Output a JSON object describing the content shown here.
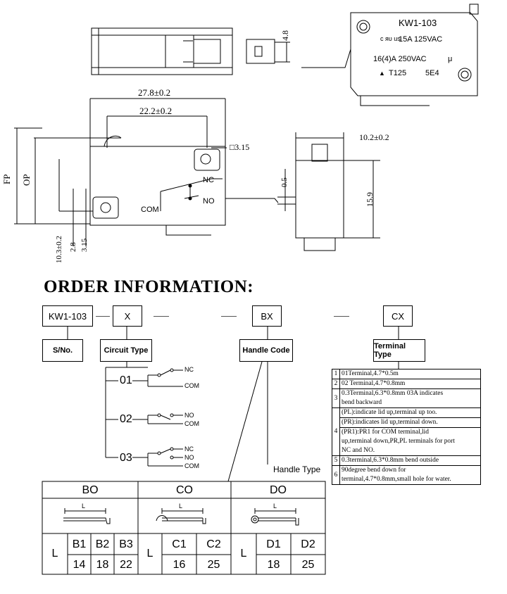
{
  "drawing": {
    "dim_overall": "27.8±0.2",
    "dim_inner": "22.2±0.2",
    "dim_hole": "□3.15",
    "dim_side_width": "10.2±0.2",
    "dim_side_height": "15.9",
    "dim_side_offset": "0.5",
    "dim_tab": "4.8",
    "dim_bottom_1": "10.3±0.2",
    "dim_bottom_2": "2.8",
    "dim_bottom_3": "3.15",
    "fp": "FP",
    "op": "OP",
    "nc": "NC",
    "no": "NO",
    "com": "COM"
  },
  "product_photo": {
    "model": "KW1-103",
    "rating1": "15A 125VAC",
    "rating2": "16(4)A  250VAC",
    "micro": "μ",
    "temp": "T125",
    "code": "5E4",
    "ul_mark": "c ᴙᴜ us"
  },
  "order": {
    "title": "ORDER INFORMATION:",
    "code": "KW1-103",
    "circuit_value": "X",
    "handle_value": "BX",
    "terminal_value": "CX",
    "sno_label": "S/No.",
    "circuit_label": "Circuit Type",
    "handle_label": "Handle Code",
    "terminal_label": "Terminal Type",
    "handle_type_label": "Handle Type",
    "circuits": [
      {
        "id": "01",
        "lines": [
          "NC",
          "COM"
        ]
      },
      {
        "id": "02",
        "lines": [
          "NO",
          "COM"
        ]
      },
      {
        "id": "03",
        "lines": [
          "NC",
          "NO",
          "COM"
        ]
      }
    ]
  },
  "terminal_table": [
    {
      "num": "1",
      "lines": [
        "01Terminal,4.7*0.5m"
      ]
    },
    {
      "num": "2",
      "lines": [
        "02 Terminal,4.7*0.8mm"
      ]
    },
    {
      "num": "3",
      "lines": [
        "0.3Terminal,6.3*0.8mm 03A indicates",
        "bend backward"
      ]
    },
    {
      "num": "4",
      "lines": [
        "(PL):indicate lid up,terminal up too.",
        "(PR):indicates lid up,terminal down.",
        "(PR1):PR1 for COM terminal,lid",
        "up,terminal down,PR,PL terminals for port",
        "NC and NO."
      ]
    },
    {
      "num": "5",
      "lines": [
        "0.3terminal,6.3*0.8mm bend outside"
      ]
    },
    {
      "num": "6",
      "lines": [
        "90degree bend down for",
        "terminal,4.7*0.8mm,small hole for water."
      ]
    }
  ],
  "handle_table": {
    "groups": [
      {
        "name": "BO",
        "dim_label": "L",
        "row_label": "L",
        "cols": [
          "B1",
          "B2",
          "B3"
        ],
        "vals": [
          "14",
          "18",
          "22"
        ]
      },
      {
        "name": "CO",
        "dim_label": "L",
        "row_label": "L",
        "cols": [
          "C1",
          "C2"
        ],
        "vals": [
          "16",
          "25"
        ]
      },
      {
        "name": "DO",
        "dim_label": "L",
        "row_label": "L",
        "cols": [
          "D1",
          "D2"
        ],
        "vals": [
          "18",
          "25"
        ]
      }
    ]
  }
}
